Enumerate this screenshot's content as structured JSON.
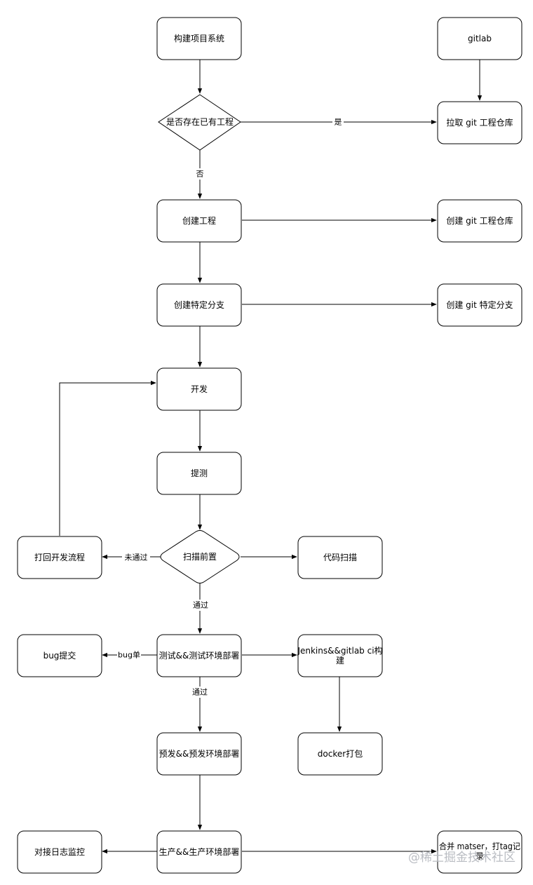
{
  "nodes": {
    "build_system": "构建项目系统",
    "gitlab": "gitlab",
    "has_project": "是否存在已有工程",
    "pull_repo": "拉取 git 工程仓库",
    "create_project": "创建工程",
    "create_repo": "创建 git 工程仓库",
    "create_branch": "创建特定分支",
    "create_git_branch": "创建 git 特定分支",
    "develop": "开发",
    "submit_test": "提测",
    "back_to_dev": "打回开发流程",
    "scan_precheck": "扫描前置",
    "code_scan": "代码扫描",
    "bug_submit": "bug提交",
    "test_deploy": "测试&&测试环境部署",
    "jenkins_line1": "Jenkins&&gitlab ci构",
    "jenkins_line2": "建",
    "pre_deploy": "预发&&预发环境部署",
    "docker_pack": "docker打包",
    "log_monitor": "对接日志监控",
    "prod_deploy": "生产&&生产环境部署",
    "merge_line1": "合并 matser，打tag记",
    "merge_line2": "录"
  },
  "edge_labels": {
    "yes": "是",
    "no": "否",
    "not_passed": "未通过",
    "passed_scan": "通过",
    "bug_ticket": "bug单",
    "passed_test": "通过"
  },
  "watermark": "@稀土掘金技术社区",
  "colors": {
    "stroke": "#000000",
    "fill": "#ffffff",
    "watermark": "#b9bcc2"
  }
}
